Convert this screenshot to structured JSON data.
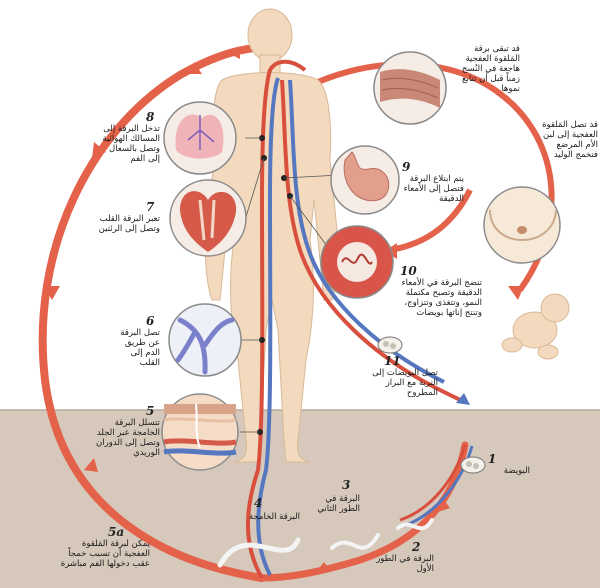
{
  "colors": {
    "arrow_red": "#e4614a",
    "vessel_red": "#d94f3e",
    "vessel_blue": "#5577c0",
    "skin": "#f3d9bd",
    "soil": "#d6c8ba",
    "circle_stroke": "#8a8a8a"
  },
  "stages": {
    "s1": {
      "num": "1",
      "text": "البويضة"
    },
    "s2": {
      "num": "2",
      "text": "البرقة في الطور الأول"
    },
    "s3": {
      "num": "3",
      "text": "البرقة في الطور الثاني"
    },
    "s4": {
      "num": "4",
      "text": "البرقة الخامجة"
    },
    "s5": {
      "num": "5",
      "text": "تتسلل البرقة الخامجة عبر الجلد وتصل إلى الدوران الوريدي"
    },
    "s5a": {
      "num": "5a",
      "text": "يمكن لبرقة المَلقوة العفجية أن تسبب خمجاً عقب دخولها الفم مباشرة"
    },
    "s6": {
      "num": "6",
      "text": "تصل البرقة عن طريق الدم إلى القلب"
    },
    "s7": {
      "num": "7",
      "text": "تعبر البرقة القلب وتصل إلى الرئتين"
    },
    "s8": {
      "num": "8",
      "text": "تدخل البرقة إلى المسالك الهوائية وتصل بالسعال إلى الفم"
    },
    "s9": {
      "num": "9",
      "text": "يتم ابتلاع البرقة فتصل إلى الأمعاء الدقيقة"
    },
    "s10": {
      "num": "10",
      "text": "تنضج البرقة في الأمعاء الدقيقة وتصبح مكتملة النمو، وتتغذى وتتزاوج، وتنتج إناثها بويضات"
    },
    "s11": {
      "num": "11",
      "text": "تصل البويضات إلى التربة مع البراز المطروح"
    }
  },
  "notes": {
    "muscle": "قد تبقى برقة المَلقوة العفجية هاجعة في النُسج زمناً قبل أن تتابع نموها",
    "milk": "قد تصل المَلقوة العفجية إلى لبن الأم المرضع فتخمج الوليد"
  }
}
